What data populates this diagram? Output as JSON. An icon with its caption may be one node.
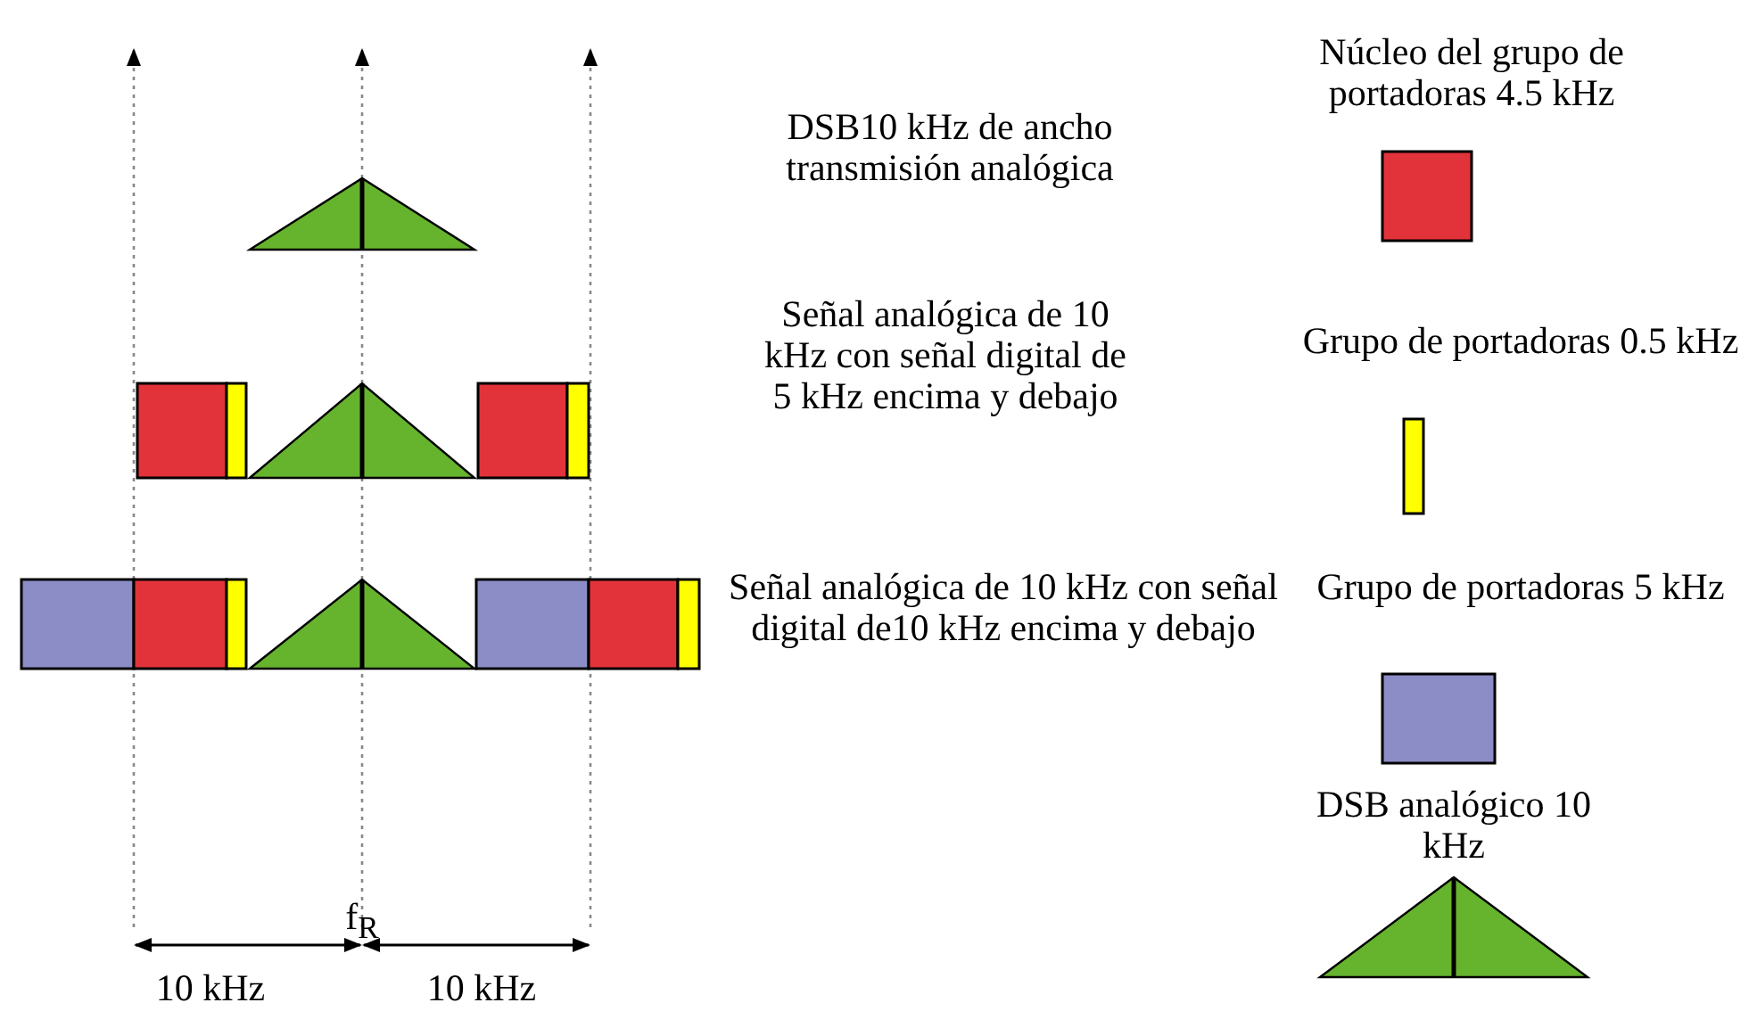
{
  "diagram": {
    "labels": [
      "DSB10 kHz de ancho transmisión analógica",
      "Señal analógica de 10 kHz con señal digital de 5 kHz encima y debajo",
      "Señal analógica de 10 kHz con señal digital de10 kHz encima y debajo",
      "f$_{R}$",
      "10 kHz",
      "10 kHz"
    ],
    "legend": [
      {
        "text": "Núcleo del grupo de portadoras 4.5 kHz",
        "color": "#e3333a"
      },
      {
        "text": "Grupo de portadoras 0.5 kHz",
        "color": "#ffff00"
      },
      {
        "text": "Grupo de portadoras 5 kHz",
        "color": "#8c8cc6"
      },
      {
        "text": "DSB analógico 10 kHz"
      }
    ]
  }
}
